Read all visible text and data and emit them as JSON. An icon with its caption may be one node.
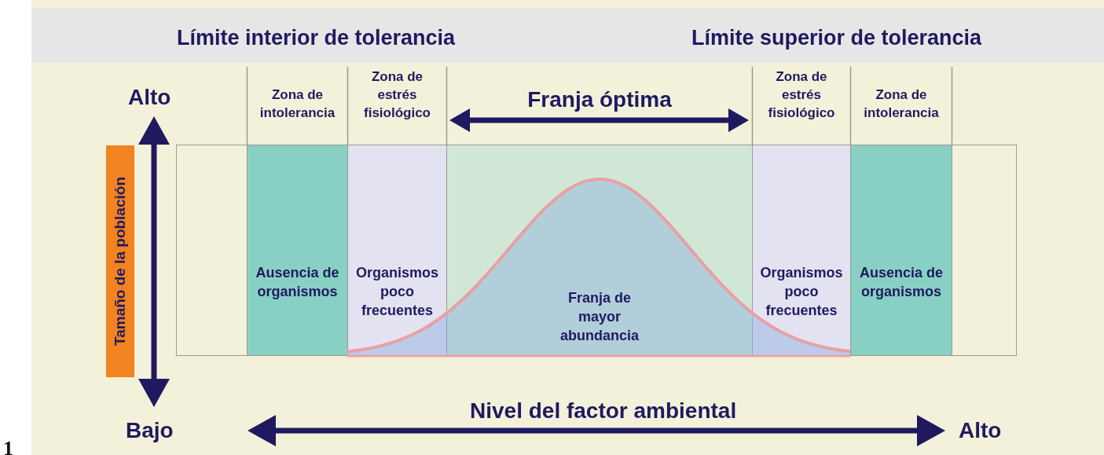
{
  "diagram": {
    "nodes": [
      {
        "text": [],
        "shape": "box"
      },
      {
        "text": [
          "Zona de intolerancia",
          "Ausencia de organismos"
        ]
      },
      {
        "text": [
          "Zona de estrés fisiológico",
          "Organismos poco frecuentes"
        ]
      },
      {
        "text": [
          "Franja óptima",
          "Franja de mayor abundancia"
        ]
      },
      {
        "text": [
          "Zona de estrés fisiológico",
          "Organismos poco frecuentes"
        ]
      },
      {
        "text": [
          "Zona de intolerancia",
          "Ausencia de organismos"
        ]
      },
      {
        "text": [],
        "shape": "box"
      },
      {
        "text": [
          "Tamaño de la población"
        ]
      }
    ],
    "edges": [],
    "labels": [
      "Límite interior de tolerancia",
      "Límite superior de tolerancia",
      "Alto",
      "Bajo",
      "Nivel del factor ambiental",
      "Alto",
      "1"
    ]
  }
}
